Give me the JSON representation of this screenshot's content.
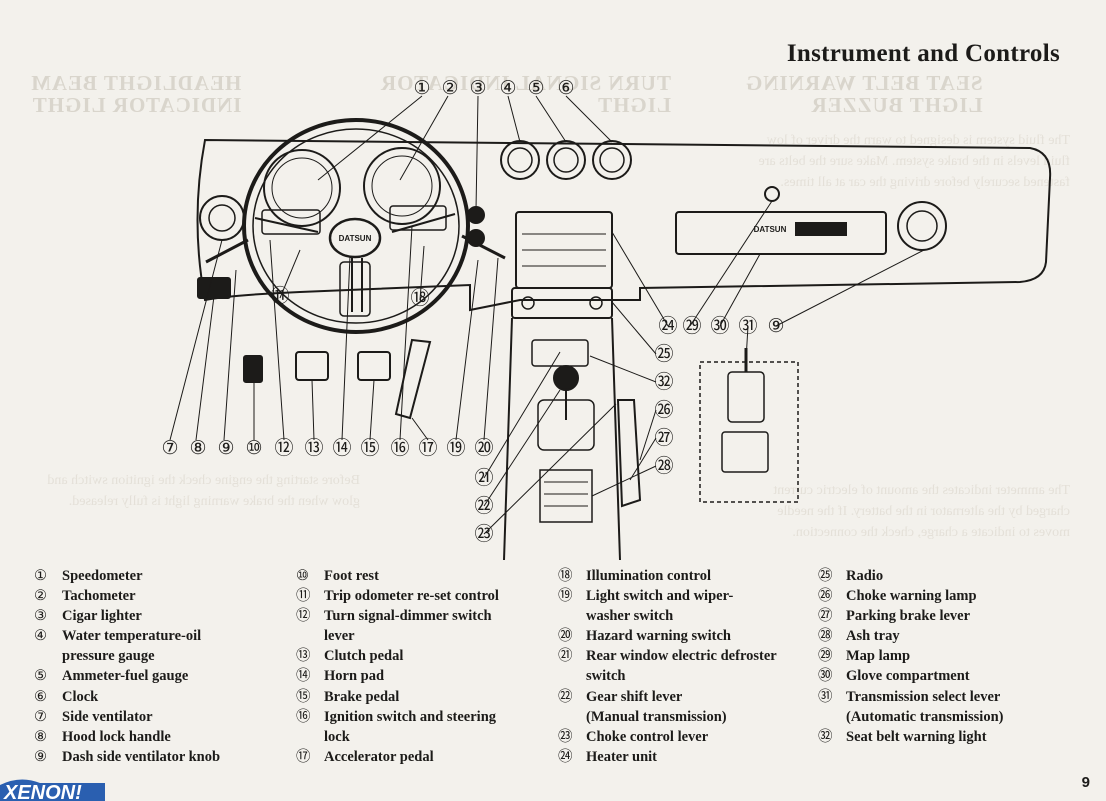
{
  "page": {
    "title": "Instrument and Controls",
    "number": "9",
    "watermark": "XENON!"
  },
  "callouts": {
    "top": [
      "①",
      "②",
      "③",
      "④",
      "⑤",
      "⑥"
    ],
    "bottom": [
      "⑦",
      "⑧",
      "⑨",
      "⑩",
      "⑫",
      "⑬",
      "⑭",
      "⑮",
      "⑯",
      "⑰",
      "⑲",
      "⑳"
    ],
    "inner_11": "⑪",
    "inner_18": "⑱",
    "right_row": [
      "㉔",
      "㉙",
      "㉚",
      "㉛",
      "⑨"
    ],
    "center_column": [
      "㉕",
      "㉜",
      "㉖",
      "㉗",
      "㉘"
    ],
    "lower_left": [
      "㉑",
      "㉒",
      "㉓"
    ],
    "speedo_label": "DATSUN",
    "glovebox_label": "DATSUN"
  },
  "legend": {
    "col1": [
      {
        "num": "①",
        "label": "Speedometer"
      },
      {
        "num": "②",
        "label": "Tachometer"
      },
      {
        "num": "③",
        "label": "Cigar lighter"
      },
      {
        "num": "④",
        "label": "Water temperature-oil"
      },
      {
        "num": "",
        "label": "pressure gauge"
      },
      {
        "num": "⑤",
        "label": "Ammeter-fuel gauge"
      },
      {
        "num": "⑥",
        "label": "Clock"
      },
      {
        "num": "⑦",
        "label": "Side ventilator"
      },
      {
        "num": "⑧",
        "label": "Hood lock handle"
      },
      {
        "num": "⑨",
        "label": "Dash side ventilator knob"
      }
    ],
    "col2": [
      {
        "num": "⑩",
        "label": "Foot rest"
      },
      {
        "num": "⑪",
        "label": "Trip odometer re-set control"
      },
      {
        "num": "⑫",
        "label": "Turn signal-dimmer switch"
      },
      {
        "num": "",
        "label": "lever"
      },
      {
        "num": "⑬",
        "label": "Clutch pedal"
      },
      {
        "num": "⑭",
        "label": "Horn pad"
      },
      {
        "num": "⑮",
        "label": "Brake pedal"
      },
      {
        "num": "⑯",
        "label": "Ignition switch and steering"
      },
      {
        "num": "",
        "label": "lock"
      },
      {
        "num": "⑰",
        "label": "Accelerator pedal"
      }
    ],
    "col3": [
      {
        "num": "⑱",
        "label": "Illumination control"
      },
      {
        "num": "⑲",
        "label": "Light switch and wiper-"
      },
      {
        "num": "",
        "label": "washer switch"
      },
      {
        "num": "⑳",
        "label": "Hazard warning switch"
      },
      {
        "num": "㉑",
        "label": "Rear window electric defroster"
      },
      {
        "num": "",
        "label": "switch"
      },
      {
        "num": "㉒",
        "label": "Gear shift lever"
      },
      {
        "num": "",
        "label": "(Manual transmission)"
      },
      {
        "num": "㉓",
        "label": "Choke control lever"
      },
      {
        "num": "㉔",
        "label": "Heater unit"
      }
    ],
    "col4": [
      {
        "num": "㉕",
        "label": "Radio"
      },
      {
        "num": "㉖",
        "label": "Choke warning lamp"
      },
      {
        "num": "㉗",
        "label": "Parking brake lever"
      },
      {
        "num": "㉘",
        "label": "Ash tray"
      },
      {
        "num": "㉙",
        "label": "Map lamp"
      },
      {
        "num": "㉚",
        "label": "Glove compartment"
      },
      {
        "num": "㉛",
        "label": "Transmission select lever"
      },
      {
        "num": "",
        "label": "(Automatic transmission)"
      },
      {
        "num": "㉜",
        "label": "Seat belt warning light"
      }
    ]
  },
  "colors": {
    "ink": "#1c1b19",
    "paper": "#f3f1ec",
    "bleed": "#d9d5cc"
  }
}
